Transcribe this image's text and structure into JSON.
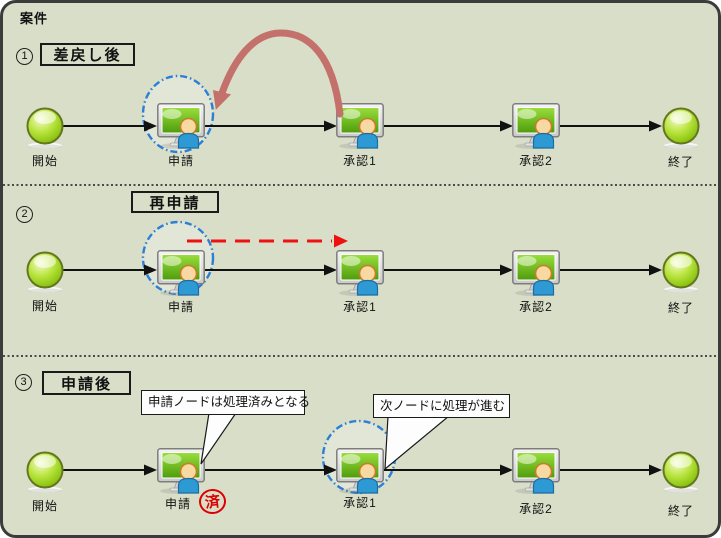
{
  "header": {
    "title": "案件"
  },
  "colors": {
    "canvas_bg": "#d9dec8",
    "canvas_border": "#3b3b3b",
    "flow_arrow": "#111111",
    "return_arrow": "#c4716c",
    "resubmit_arrow": "#ee1111",
    "active_ring": "#2b7fd4",
    "stamp": "#dd0000",
    "callout_bg": "#fdfdfd",
    "screen_green": "#8fd62e",
    "sphere_green": "#9acc1a",
    "person_blue": "#2d9ad4"
  },
  "sections": [
    {
      "number": "1",
      "title": "差戻し後",
      "nodes": [
        "開始",
        "申請",
        "承認1",
        "承認2",
        "終了"
      ]
    },
    {
      "number": "2",
      "title": "再申請",
      "nodes": [
        "開始",
        "申請",
        "承認1",
        "承認2",
        "終了"
      ]
    },
    {
      "number": "3",
      "title": "申請後",
      "nodes": [
        "開始",
        "申請",
        "承認1",
        "承認2",
        "終了"
      ],
      "callouts": [
        "申請ノードは処理済みとなる",
        "次ノードに処理が進む"
      ],
      "stamp": "済"
    }
  ]
}
